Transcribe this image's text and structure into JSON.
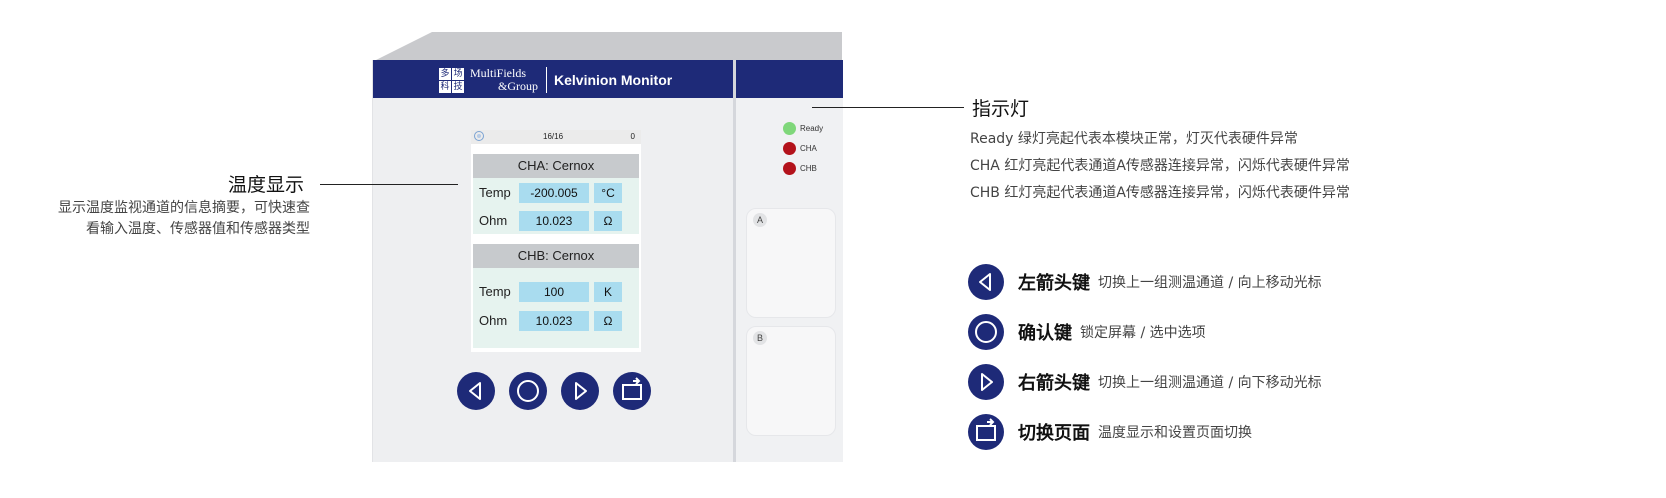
{
  "device": {
    "logo_mark": [
      "多",
      "场",
      "科",
      "技"
    ],
    "brand_line1": "MultiFields",
    "brand_line2": "&Group",
    "product_name": "Kelvinion Monitor",
    "status_bar": {
      "page": "16/16",
      "count": "0"
    },
    "channels": [
      {
        "title": "CHA:  Cernox",
        "rows": [
          {
            "label": "Temp",
            "value": "-200.005",
            "unit": "°C"
          },
          {
            "label": "Ohm",
            "value": "10.023",
            "unit": "Ω"
          }
        ]
      },
      {
        "title": "CHB: Cernox",
        "rows": [
          {
            "label": "Temp",
            "value": "100",
            "unit": "K"
          },
          {
            "label": "Ohm",
            "value": "10.023",
            "unit": "Ω"
          }
        ]
      }
    ],
    "leds": [
      {
        "label": "Ready",
        "color": "#7fd77a"
      },
      {
        "label": "CHA",
        "color": "#b3121b"
      },
      {
        "label": "CHB",
        "color": "#b3121b"
      }
    ],
    "slots": [
      "A",
      "B"
    ],
    "buttons": [
      "left-arrow-icon",
      "confirm-circle-icon",
      "right-arrow-icon",
      "switch-page-icon"
    ]
  },
  "annotations": {
    "temperature": {
      "title": "温度显示",
      "desc_line1": "显示温度监视通道的信息摘要，可快速查",
      "desc_line2": "看输入温度、传感器值和传感器类型"
    },
    "indicator": {
      "title": "指示灯",
      "lines": [
        "Ready 绿灯亮起代表本模块正常，灯灭代表硬件异常",
        "CHA 红灯亮起代表通道A传感器连接异常，闪烁代表硬件异常",
        "CHB 红灯亮起代表通道A传感器连接异常，闪烁代表硬件异常"
      ]
    }
  },
  "legend": [
    {
      "icon": "left-arrow-icon",
      "name": "左箭头键",
      "desc": "切换上一组测温通道 / 向上移动光标"
    },
    {
      "icon": "confirm-circle-icon",
      "name": "确认键",
      "desc": "锁定屏幕 / 选中选项"
    },
    {
      "icon": "right-arrow-icon",
      "name": "右箭头键",
      "desc": "切换上一组测温通道 / 向下移动光标"
    },
    {
      "icon": "switch-page-icon",
      "name": "切换页面",
      "desc": "温度显示和设置页面切换"
    }
  ],
  "colors": {
    "brand_navy": "#1e2a78",
    "led_green": "#7fd77a",
    "led_red": "#b3121b",
    "value_cell": "#a9dcef"
  }
}
